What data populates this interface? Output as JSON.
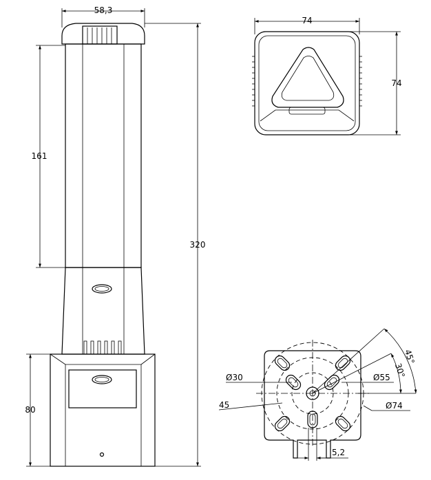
{
  "front_view": {
    "dim_width": "58,3",
    "dim_upper_height": "161",
    "dim_total_height": "320",
    "dim_base_height": "80"
  },
  "top_view": {
    "dim_width": "74",
    "dim_height": "74"
  },
  "mounting_view": {
    "dim_inner_diameter": "Ø30",
    "dim_bolt_circle": "Ø55",
    "dim_outer_diameter": "Ø74",
    "dim_spacing": "45",
    "dim_slot_width": "5,2",
    "dim_angle_45": "45°",
    "dim_angle_30": "30°"
  }
}
